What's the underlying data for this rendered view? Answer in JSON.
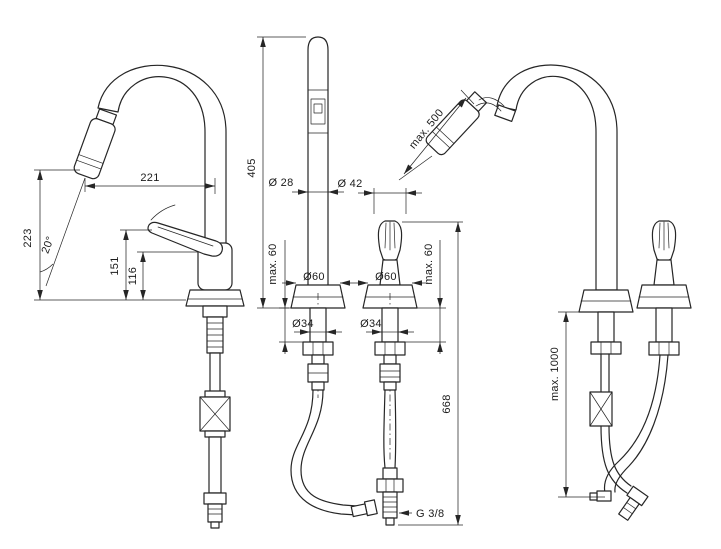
{
  "title": "Kitchen mixer technical dimensional drawing",
  "colors": {
    "background": "#ffffff",
    "line": "#262626"
  },
  "views": {
    "side": {
      "spout_reach": "221",
      "spout_height": "223",
      "spray_angle": "20°",
      "lever_height": "151",
      "body_height": "116"
    },
    "front_spout": {
      "height_above_deck": "405",
      "pipe_diameter": "Ø 28",
      "escutcheon_diameter": "Ø60",
      "deck_thickness_max": "max. 60",
      "shank_diameter": "Ø34",
      "below_deck_length": "668"
    },
    "front_handle": {
      "handle_diameter": "Ø 42",
      "escutcheon_diameter": "Ø60",
      "deck_thickness_max": "max. 60",
      "shank_diameter": "Ø34",
      "thread": "G 3/8"
    },
    "pullout": {
      "spray_extension_max": "max. 500",
      "hose_length_max": "max. 1000"
    }
  }
}
